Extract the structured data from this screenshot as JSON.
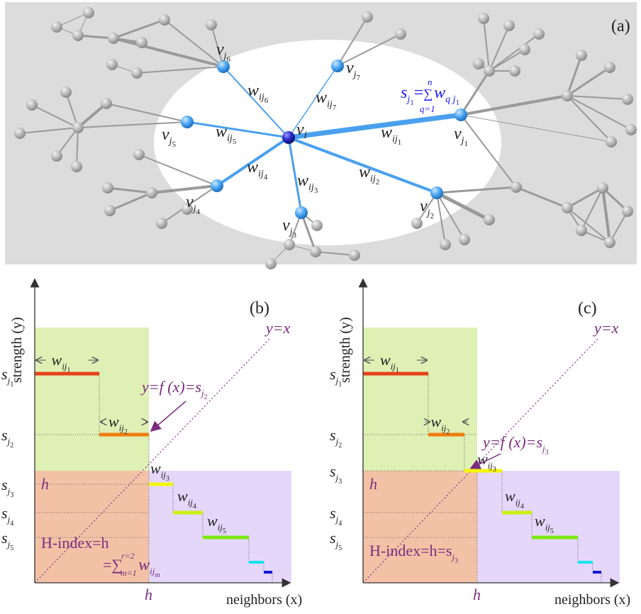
{
  "panel_a": {
    "label": "(a)",
    "center": "v",
    "center_sub": "i",
    "neighbors": [
      {
        "v": "v",
        "sub": "j",
        "subsub": "1",
        "w": "w",
        "wsub": "ij",
        "wsubsub": "1"
      },
      {
        "v": "v",
        "sub": "j",
        "subsub": "2",
        "w": "w",
        "wsub": "ij",
        "wsubsub": "2"
      },
      {
        "v": "v",
        "sub": "j",
        "subsub": "3",
        "w": "w",
        "wsub": "ij",
        "wsubsub": "3"
      },
      {
        "v": "v",
        "sub": "j",
        "subsub": "4",
        "w": "w",
        "wsub": "ij",
        "wsubsub": "4"
      },
      {
        "v": "v",
        "sub": "j",
        "subsub": "5",
        "w": "w",
        "wsub": "ij",
        "wsubsub": "5"
      },
      {
        "v": "v",
        "sub": "j",
        "subsub": "6",
        "w": "w",
        "wsub": "ij",
        "wsubsub": "6"
      },
      {
        "v": "v",
        "sub": "j",
        "subsub": "7",
        "w": "w",
        "wsub": "ij",
        "wsubsub": "7"
      }
    ],
    "formula": {
      "s": "s",
      "ssub": "j",
      "ssubsub": "1",
      "eq": "=",
      "sum": "∑",
      "upper": "n",
      "lower": "q=1",
      "w": "w",
      "wsub": "q j",
      "wsubsub": "1"
    }
  },
  "panel_b": {
    "label": "(b)",
    "ylabel": "strength (y)",
    "xlabel": "neighbors (x)",
    "h_label": "h",
    "yx_label": "y=x",
    "fx_label": "y=f (x)=s",
    "fx_sub": "j",
    "fx_subsub": "2",
    "hindex_label": "H-index=h",
    "sum_label": "=∑",
    "sum_upper": "r=2",
    "sum_lower": "m=1",
    "sum_w": "w",
    "sum_wsub": "ij",
    "sum_wsubsub": "m"
  },
  "panel_c": {
    "label": "(c)",
    "ylabel": "strength (y)",
    "xlabel": "neighbors (x)",
    "h_label": "h",
    "yx_label": "y=x",
    "fx_label": "y=f (x)=s",
    "fx_sub": "j",
    "fx_subsub": "3",
    "hindex_label": "H-index=h=s",
    "hindex_sub": "j",
    "hindex_subsub": "3"
  },
  "steps": [
    {
      "s": "s",
      "sub": "j",
      "subsub": "1",
      "w": "w",
      "wsub": "ij",
      "wsubsub": "1",
      "color": "#e8401c"
    },
    {
      "s": "s",
      "sub": "j",
      "subsub": "2",
      "w": "w",
      "wsub": "ij",
      "wsubsub": "2",
      "color": "#f07d10"
    },
    {
      "s": "s",
      "sub": "j",
      "subsub": "3",
      "w": "w",
      "wsub": "ij",
      "wsubsub": "3",
      "color": "#f5f50c"
    },
    {
      "s": "s",
      "sub": "j",
      "subsub": "4",
      "w": "w",
      "wsub": "ij",
      "wsubsub": "4",
      "color": "#c9f014"
    },
    {
      "s": "s",
      "sub": "j",
      "subsub": "5",
      "w": "w",
      "wsub": "ij",
      "wsubsub": "5",
      "color": "#7de811"
    },
    {
      "color": "#13e3f0"
    },
    {
      "color": "#1a18d6"
    }
  ],
  "colors": {
    "green_region": "#dff0b5",
    "orange_region": "#f3c2a6",
    "purple_region": "#e5d7fa",
    "node": "#4aa6f2",
    "center_node": "#2424c8",
    "edge_blue": "#4aa0ee",
    "gray_node": "#b4b4b4",
    "ellipse": "#ffffff",
    "bg": "#dcdcdc"
  }
}
